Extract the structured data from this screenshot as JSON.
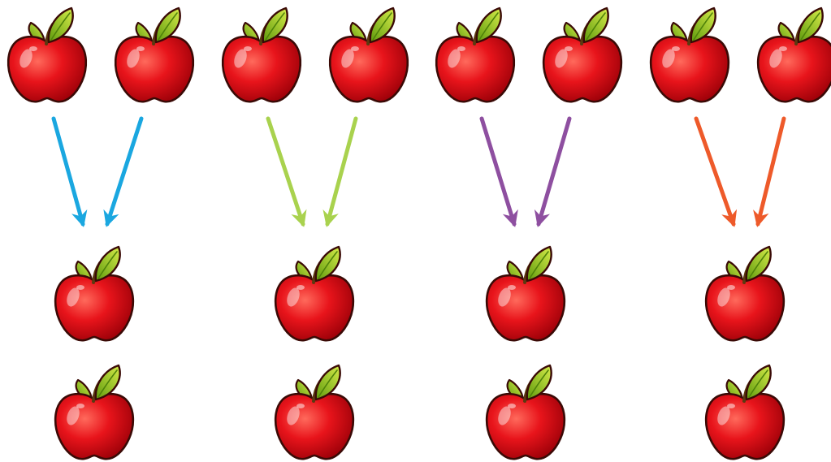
{
  "diagram": {
    "background": "#ffffff",
    "icon": "apple-icon",
    "apple_colors": {
      "body_light": "#ff6a5c",
      "body_mid": "#e8141b",
      "body_dark": "#9a0008",
      "outline": "#3a0a06",
      "leaf_light": "#d7ec4a",
      "leaf_dark": "#5e9a0d",
      "stem": "#5a3a10"
    },
    "groups": [
      {
        "name": "group-1",
        "arrow_color": "#1aa7e0",
        "top_apples": 2,
        "bottom_apples": 2
      },
      {
        "name": "group-2",
        "arrow_color": "#a9d24e",
        "top_apples": 2,
        "bottom_apples": 2
      },
      {
        "name": "group-3",
        "arrow_color": "#8e4fa0",
        "top_apples": 2,
        "bottom_apples": 2
      },
      {
        "name": "group-4",
        "arrow_color": "#ee5a2a",
        "top_apples": 2,
        "bottom_apples": 2
      }
    ]
  }
}
